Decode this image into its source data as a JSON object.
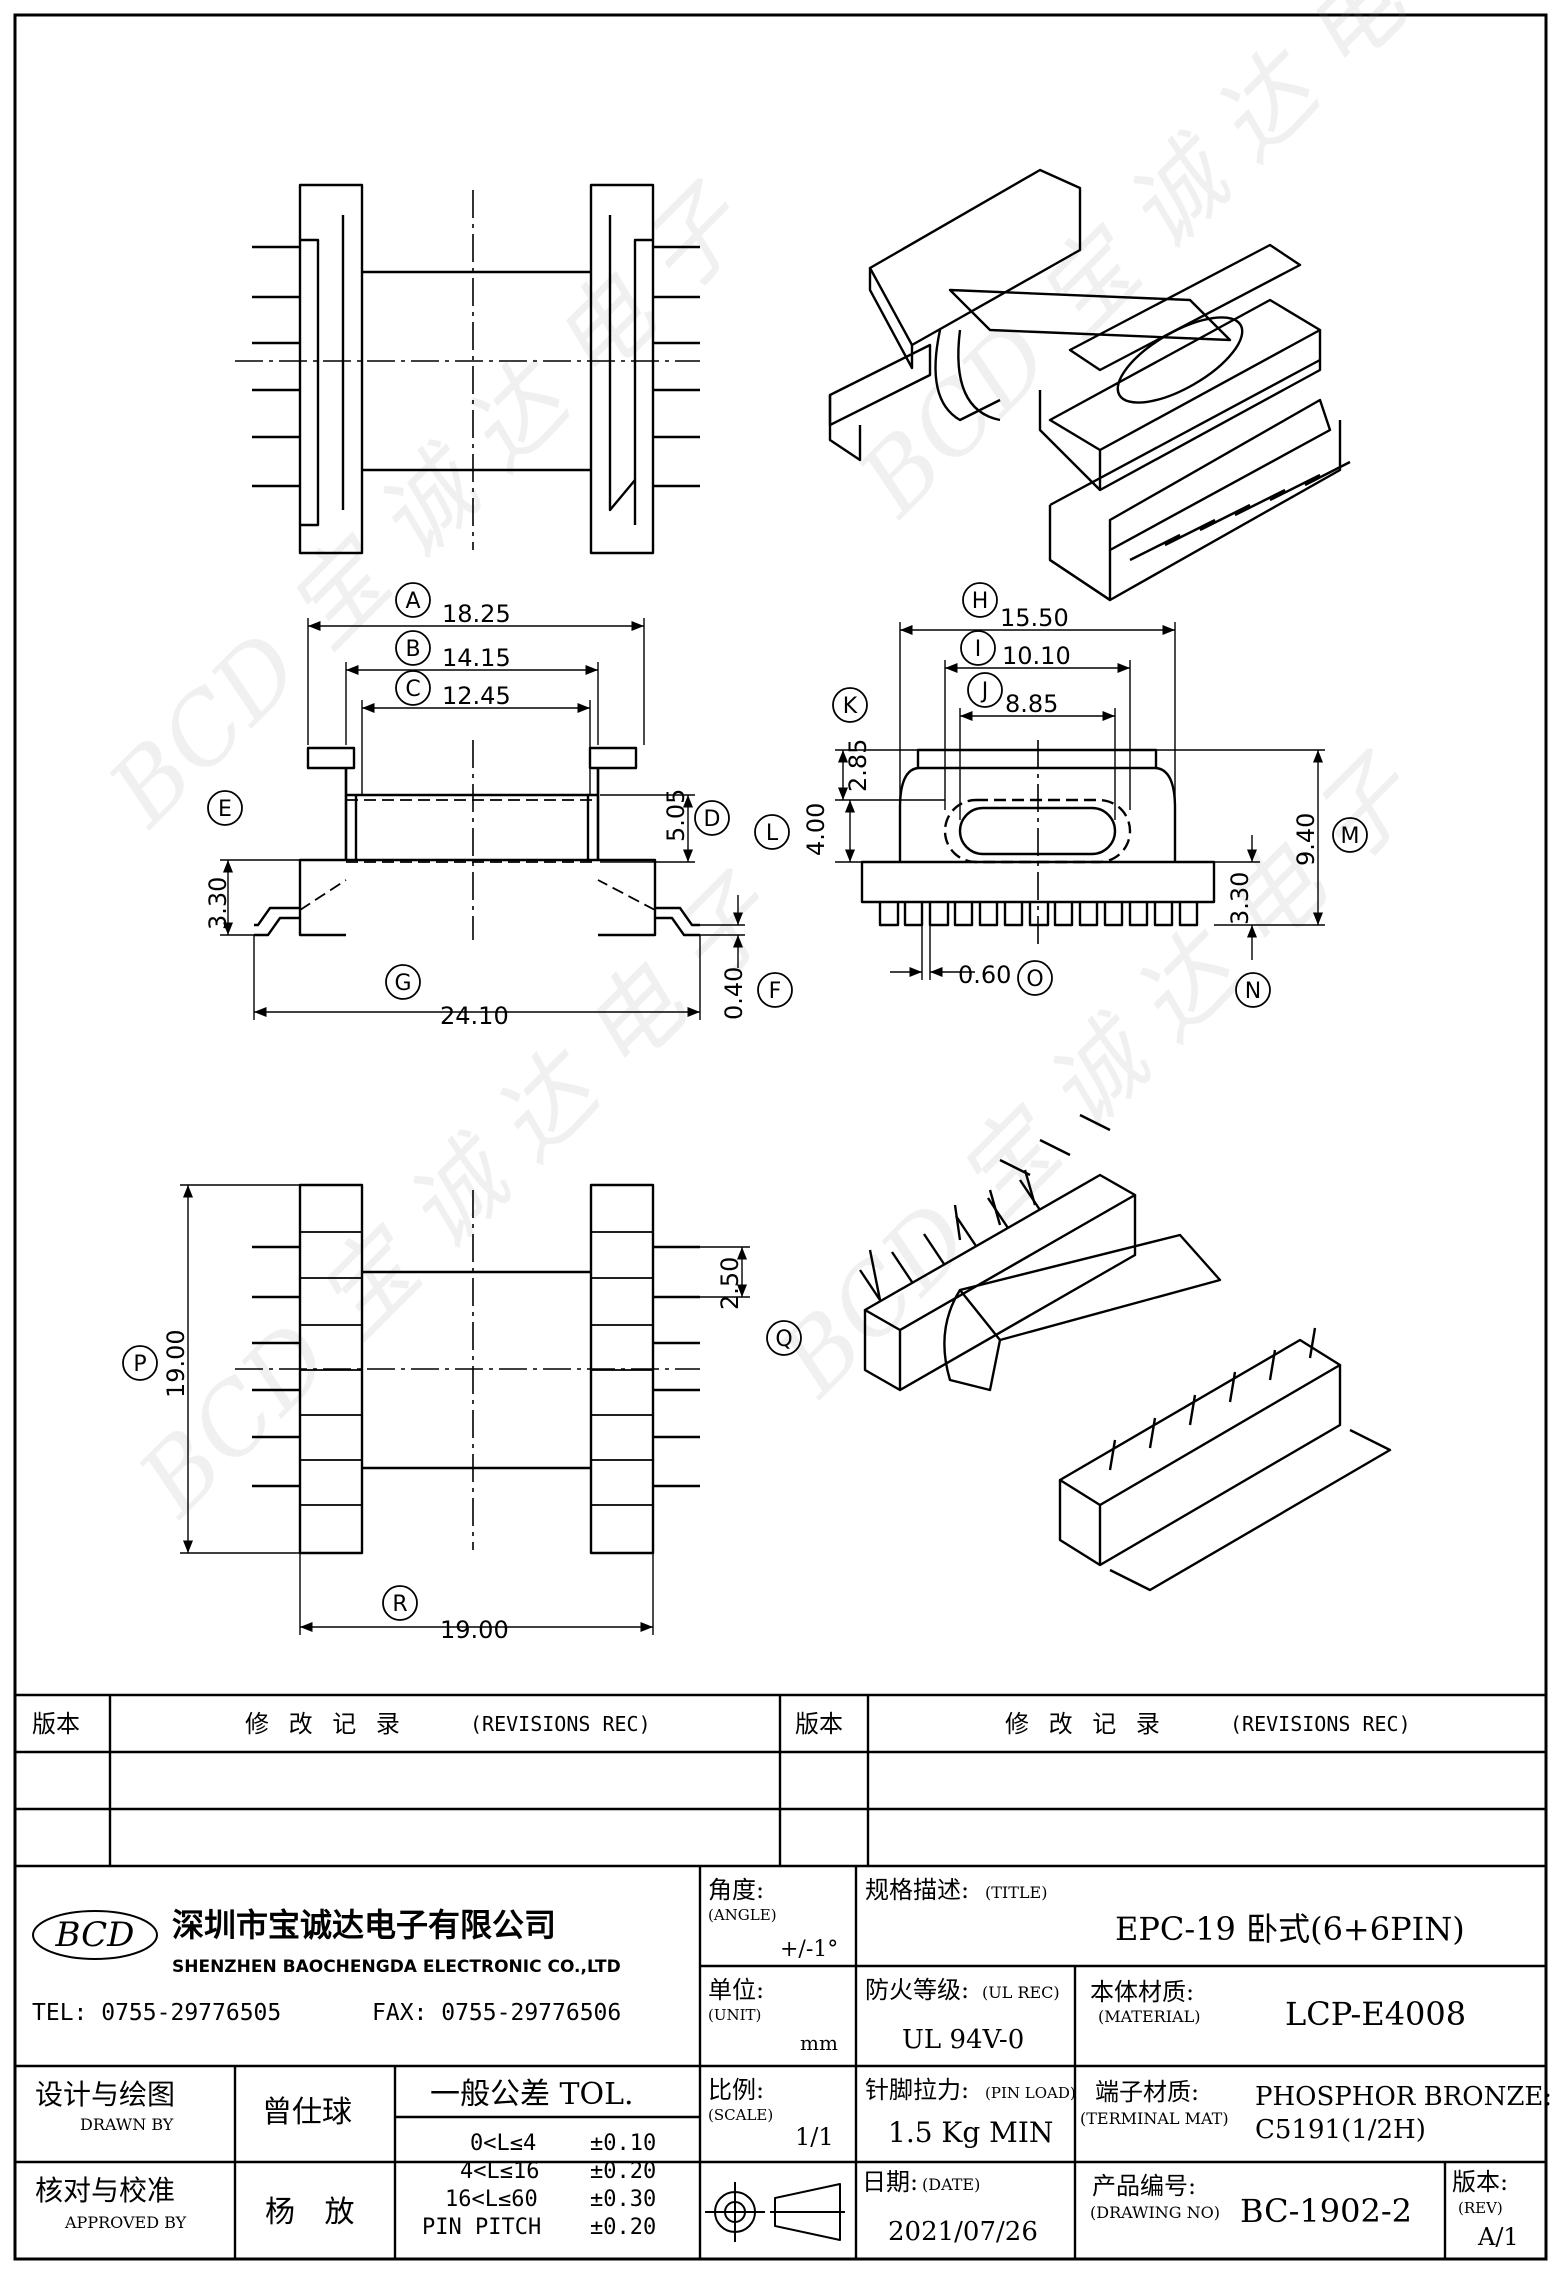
{
  "dimensions": {
    "A": "18.25",
    "B": "14.15",
    "C": "12.45",
    "D": "5.05",
    "E": "3.30",
    "F": "0.40",
    "G": "24.10",
    "H": "15.50",
    "I": "10.10",
    "J": "8.85",
    "K": "2.85",
    "L": "4.00",
    "M": "9.40",
    "N": "3.30",
    "O": "0.60",
    "P": "19.00",
    "Q": "2.50",
    "R": "19.00"
  },
  "labels": {
    "A": "A",
    "B": "B",
    "C": "C",
    "D": "D",
    "E": "E",
    "F": "F",
    "G": "G",
    "H": "H",
    "I": "I",
    "J": "J",
    "K": "K",
    "L": "L",
    "M": "M",
    "N": "N",
    "O": "O",
    "P": "P",
    "Q": "Q",
    "R": "R"
  },
  "revisions": {
    "ver_label": "版本",
    "title_cn": "修 改 记 录",
    "title_en": "(REVISIONS REC)"
  },
  "company": {
    "logo": "BCD",
    "name_cn": "深圳市宝诚达电子有限公司",
    "name_en": "SHENZHEN BAOCHENGDA ELECTRONIC CO.,LTD",
    "tel": "TEL: 0755-29776505",
    "fax": "FAX: 0755-29776506"
  },
  "titleblock": {
    "angle_cn": "角度:",
    "angle_en": "(ANGLE)",
    "angle_val": "+/-1°",
    "title_cn": "规格描述:",
    "title_en": "(TITLE)",
    "title_val": "EPC-19 卧式(6+6PIN)",
    "unit_cn": "单位:",
    "unit_en": "(UNIT)",
    "unit_val": "mm",
    "ul_cn": "防火等级:",
    "ul_en": "(UL REC)",
    "ul_val": "UL 94V-0",
    "mat_cn": "本体材质:",
    "mat_en": "(MATERIAL)",
    "mat_val": "LCP-E4008",
    "designer_cn": "设计与绘图",
    "designer_en": "DRAWN BY",
    "designer_val": "曾仕球",
    "tol_title": "一般公差 TOL.",
    "tol_rows": [
      {
        "range": "0<L≤4",
        "val": "±0.10"
      },
      {
        "range": "4<L≤16",
        "val": "±0.20"
      },
      {
        "range": "16<L≤60",
        "val": "±0.30"
      },
      {
        "range": "PIN PITCH",
        "val": "±0.20"
      }
    ],
    "scale_cn": "比例:",
    "scale_en": "(SCALE)",
    "scale_val": "1/1",
    "pin_cn": "针脚拉力:",
    "pin_en": "(PIN LOAD)",
    "pin_val": "1.5 Kg MIN",
    "term_cn": "端子材质:",
    "term_en": "(TERMINAL MAT)",
    "term_val1": "PHOSPHOR BRONZE:",
    "term_val2": "C5191(1/2H)",
    "approver_cn": "核对与校准",
    "approver_en": "APPROVED BY",
    "approver_val": "杨 放",
    "date_cn": "日期:",
    "date_en": "(DATE)",
    "date_val": "2021/07/26",
    "dwg_cn": "产品编号:",
    "dwg_en": "(DRAWING NO)",
    "dwg_val": "BC-1902-2",
    "rev_cn": "版本:",
    "rev_en": "(REV)",
    "rev_val": "A/1"
  },
  "watermark": "BCD 宝 诚 达 电 子"
}
